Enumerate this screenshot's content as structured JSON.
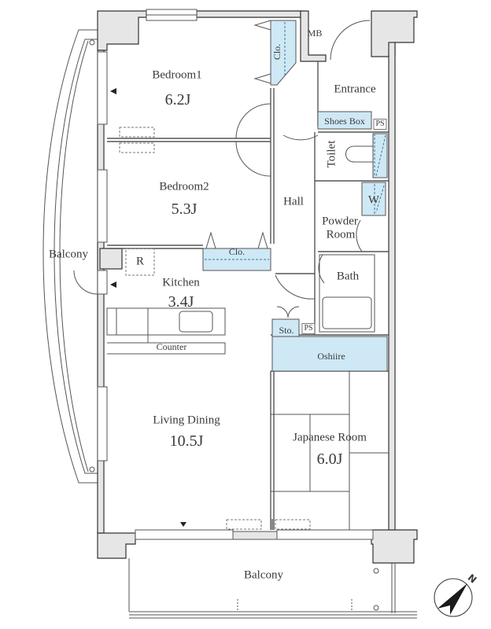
{
  "colors": {
    "wall": "#e6e6e6",
    "wall_stroke": "#333333",
    "storage_fill": "#cfe8f5",
    "line": "#555555"
  },
  "rooms": {
    "bedroom1": {
      "name": "Bedroom1",
      "area": "6.2J"
    },
    "bedroom2": {
      "name": "Bedroom2",
      "area": "5.3J"
    },
    "kitchen": {
      "name": "Kitchen",
      "area": "3.4J"
    },
    "living_dining": {
      "name": "Living Dining",
      "area": "10.5J"
    },
    "japanese_room": {
      "name": "Japanese Room",
      "area": "6.0J"
    },
    "entrance": {
      "name": "Entrance"
    },
    "hall": {
      "name": "Hall"
    },
    "toilet": {
      "name": "Toilet"
    },
    "powder_room": {
      "name": "Powder",
      "name2": "Room"
    },
    "bath": {
      "name": "Bath"
    },
    "balcony_side": {
      "name": "Balcony"
    },
    "balcony_bottom": {
      "name": "Balcony"
    }
  },
  "fixtures": {
    "closet1": "Clo.",
    "closet2": "Clo.",
    "meter_box": "MB",
    "shoes_box": "Shoes Box",
    "pipe_space_1": "PS",
    "pipe_space_2": "PS",
    "washer": "W",
    "storage": "Sto.",
    "oshiire": "Oshiire",
    "refrigerator": "R",
    "counter": "Counter"
  },
  "compass": {
    "label": "N"
  }
}
